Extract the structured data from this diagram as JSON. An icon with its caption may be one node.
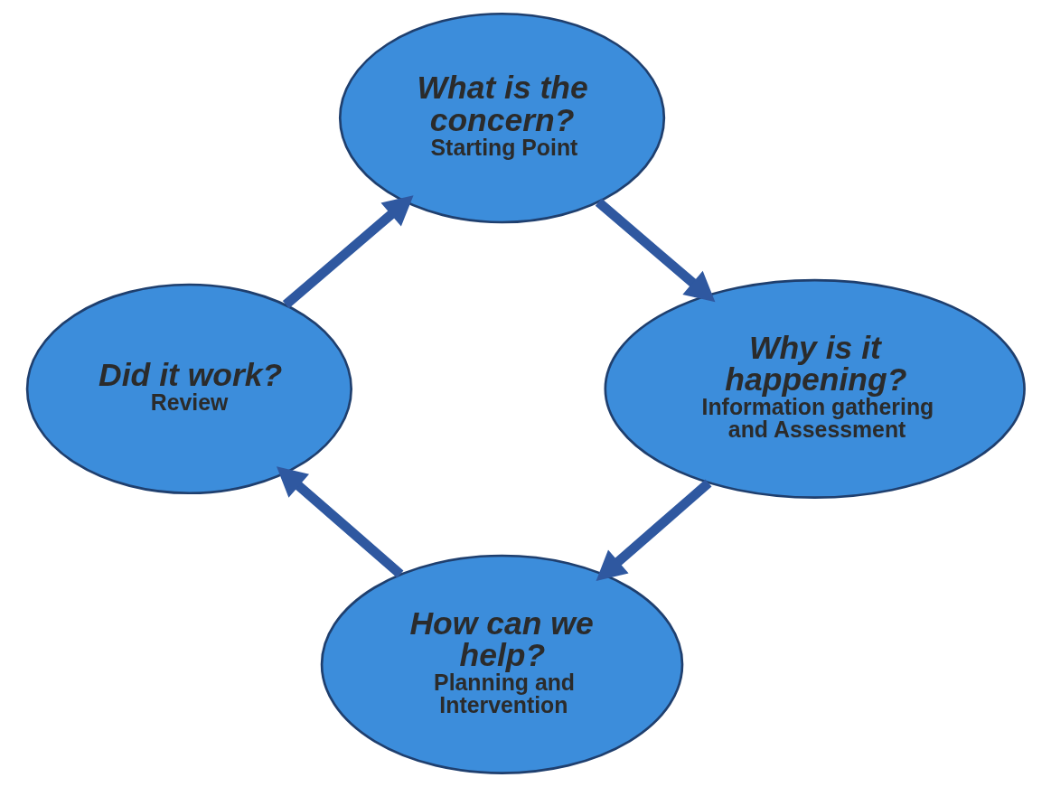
{
  "diagram": {
    "nodes": [
      {
        "text": [
          "What is the concern?",
          "Starting Point"
        ]
      },
      {
        "text": [
          "Why is it happening?",
          "Information gathering and Assessment"
        ]
      },
      {
        "text": [
          "How can we help?",
          "Planning and Intervention"
        ]
      },
      {
        "text": [
          "Did it work?",
          "Review"
        ]
      }
    ],
    "edges": [
      {
        "from": 0,
        "to": 1,
        "arrow": "to"
      },
      {
        "from": 1,
        "to": 2,
        "arrow": "to"
      },
      {
        "from": 2,
        "to": 3,
        "arrow": "to"
      },
      {
        "from": 3,
        "to": 0,
        "arrow": "to"
      }
    ]
  }
}
